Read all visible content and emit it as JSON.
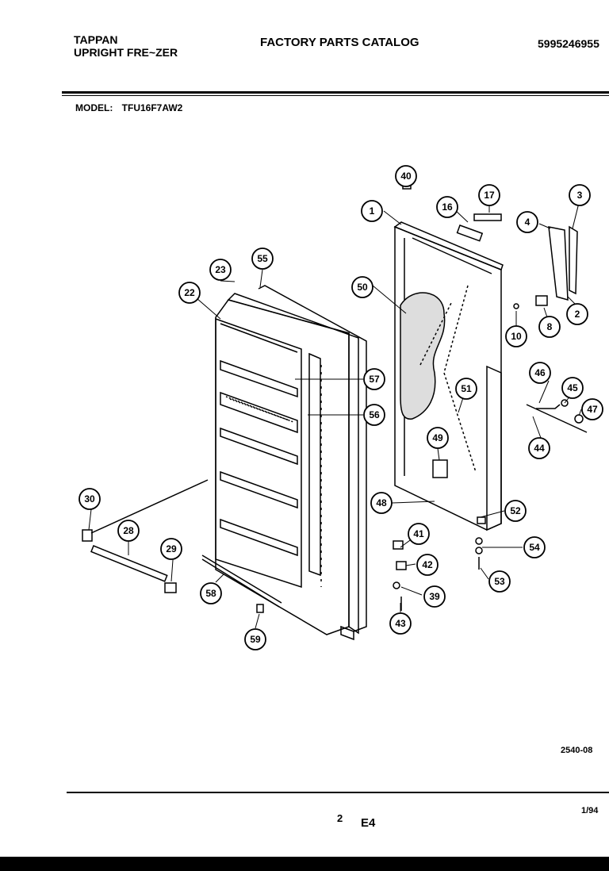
{
  "header": {
    "brand": "TAPPAN",
    "product": "UPRIGHT FRE~ZER",
    "catalog_title": "FACTORY PARTS CATALOG",
    "catalog_number": "5995246955"
  },
  "model": {
    "label": "MODEL:",
    "value": "TFU16F7AW2"
  },
  "footer": {
    "diagram_code": "2540-08",
    "page_number": "2",
    "page_code": "E4",
    "date": "1/94"
  },
  "callouts": [
    "1",
    "2",
    "3",
    "4",
    "8",
    "10",
    "16",
    "17",
    "22",
    "23",
    "28",
    "29",
    "30",
    "39",
    "40",
    "41",
    "42",
    "43",
    "44",
    "45",
    "46",
    "47",
    "48",
    "49",
    "50",
    "51",
    "52",
    "53",
    "54",
    "55",
    "56",
    "57",
    "58",
    "59"
  ],
  "colors": {
    "ink": "#000000",
    "paper": "#ffffff"
  }
}
